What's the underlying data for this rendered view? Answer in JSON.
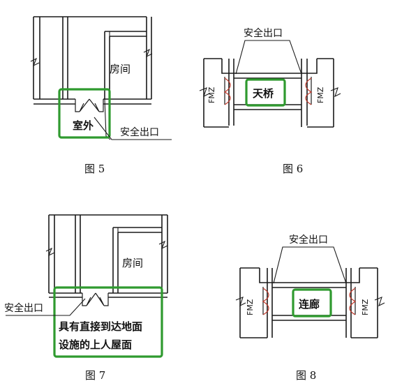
{
  "figures": [
    {
      "caption": "图 5",
      "room_label": "房间",
      "highlight_label": "室外",
      "exit_label": "安全出口"
    },
    {
      "caption": "图 6",
      "exit_label": "安全出口",
      "highlight_label": "天桥",
      "door_left": "FMZ",
      "door_right": "FMZ"
    },
    {
      "caption": "图 7",
      "room_label": "房间",
      "highlight_label_line1": "具有直接到达地面",
      "highlight_label_line2": "设施的上人屋面",
      "exit_label": "安全出口"
    },
    {
      "caption": "图 8",
      "exit_label": "安全出口",
      "highlight_label": "连廊",
      "door_left": "FMZ",
      "door_right": "FMZ"
    }
  ],
  "colors": {
    "highlight": "#2f9a2f",
    "line": "#1a1a1a",
    "door_accent": "#c0392b"
  }
}
